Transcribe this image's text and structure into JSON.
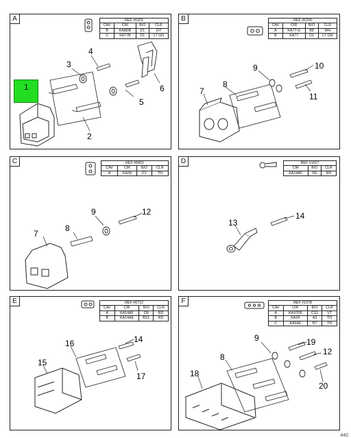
{
  "panels": {
    "A": {
      "letter": "A",
      "table": {
        "ref": "REF #6201",
        "headers": [
          "CAV",
          "CIR",
          "B/O",
          "CLR"
        ],
        "rows": [
          [
            "B",
            "KA8DB",
            "D1",
            "GY"
          ],
          [
            "C",
            "KA77B",
            "D1",
            "LT GN"
          ]
        ]
      },
      "callouts": [
        "1",
        "2",
        "3",
        "4",
        "5",
        "6"
      ]
    },
    "B": {
      "letter": "B",
      "table": {
        "ref": "REF #6200",
        "headers": [
          "CAV",
          "CIR",
          "B/O",
          "CLR"
        ],
        "rows": [
          [
            "A",
            "KA77-G",
            "B8",
            "WH"
          ],
          [
            "B",
            "KA77",
            "D1",
            "LT GN"
          ]
        ]
      },
      "callouts": [
        "7",
        "8",
        "9",
        "10",
        "11"
      ]
    },
    "C": {
      "letter": "C",
      "table": {
        "ref": "REF #8401",
        "headers": [
          "CAV",
          "CIR",
          "B/O",
          "CLR"
        ],
        "rows": [
          [
            "A",
            "KA34",
            "C1",
            "TN"
          ]
        ]
      },
      "callouts": [
        "7",
        "8",
        "9",
        "12"
      ]
    },
    "D": {
      "letter": "D",
      "table": {
        "ref": "REF #1027",
        "headers": [
          "CIR",
          "B/O",
          "CLR"
        ],
        "rows": [
          [
            "KA14AF",
            "D6",
            "RD"
          ]
        ]
      },
      "callouts": [
        "13",
        "14"
      ]
    },
    "E": {
      "letter": "E",
      "table": {
        "ref": "REF #6712",
        "headers": [
          "CAV",
          "CIR",
          "B/O",
          "CLR"
        ],
        "rows": [
          [
            "A",
            "KA14AF",
            "D8",
            "RD"
          ],
          [
            "B",
            "KA14AE",
            "BS1",
            "RD"
          ]
        ]
      },
      "callouts": [
        "14",
        "15",
        "16",
        "17"
      ]
    },
    "F": {
      "letter": "F",
      "table": {
        "ref": "REF #1378",
        "headers": [
          "CAV",
          "CIR",
          "B/O",
          "CLR"
        ],
        "rows": [
          [
            "A",
            "KA97FB",
            "CS1",
            "VT"
          ],
          [
            "B",
            "KA34",
            "A3",
            "TN"
          ],
          [
            "C",
            "KA34E",
            "B7",
            "TN"
          ]
        ]
      },
      "callouts": [
        "8",
        "9",
        "12",
        "18",
        "19",
        "20"
      ]
    }
  },
  "highlight_color": "#22dd22",
  "footer_text": "440"
}
